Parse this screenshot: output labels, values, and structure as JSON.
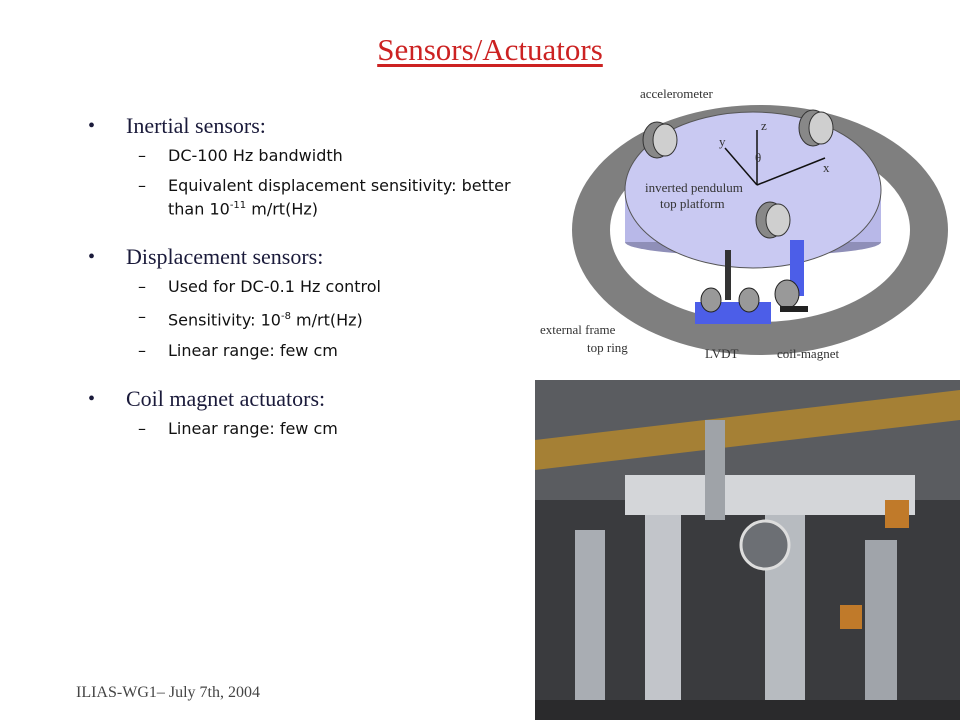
{
  "slide": {
    "title": "Sensors/Actuators",
    "footer": "ILIAS-WG1– July 7th, 2004"
  },
  "bullets": [
    {
      "text": "Inertial sensors:",
      "items": [
        {
          "text": "DC-100 Hz bandwidth"
        },
        {
          "text": "Equivalent displacement sensitivity: better than 10",
          "sup": "-11",
          "after": " m/rt(Hz)"
        }
      ]
    },
    {
      "text": "Displacement sensors:",
      "items": [
        {
          "text": "Used for DC-0.1 Hz control"
        },
        {
          "text": "Sensitivity: 10",
          "sup": "-8",
          "after": " m/rt(Hz)"
        },
        {
          "text": "Linear range: few cm"
        }
      ]
    },
    {
      "text": "Coil magnet actuators:",
      "items": [
        {
          "text": "Linear range: few cm"
        }
      ]
    }
  ],
  "diagram": {
    "labels": {
      "accelerometer": "accelerometer",
      "platform_line1": "inverted pendulum",
      "platform_line2": "top platform",
      "frame_line1": "external frame",
      "frame_line2": "top ring",
      "lvdt": "LVDT",
      "coil_magnet": "coil-magnet",
      "axis_z": "z",
      "axis_y": "y",
      "axis_x": "x",
      "axis_theta": "θ"
    }
  },
  "colors": {
    "title": "#cc2222",
    "ring": "#7f7f7f",
    "platform": "#c9c9f2",
    "actuator": "#4c5ee8"
  }
}
